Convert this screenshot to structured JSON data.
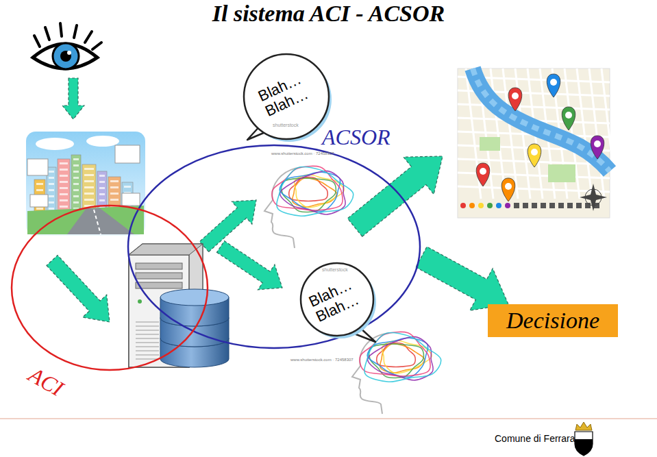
{
  "diagram": {
    "title": "Il sistema ACI - ACSOR",
    "nodes": [
      {
        "text": [
          "Blah… Blah…"
        ]
      },
      {
        "text": [
          "ACSOR"
        ]
      },
      {
        "text": [
          "Blah… Blah…"
        ]
      },
      {
        "text": [
          "Decisione"
        ]
      },
      {
        "text": [
          "ACI"
        ]
      }
    ],
    "edges": [
      {
        "from": 1,
        "to": 3,
        "arrow": "to"
      }
    ],
    "labels": [
      "shutterstock",
      "www.shutterstock.com · 72458307",
      "shutterstock",
      "www.shutterstock.com · 72458307",
      "Comune di Ferrara"
    ]
  }
}
